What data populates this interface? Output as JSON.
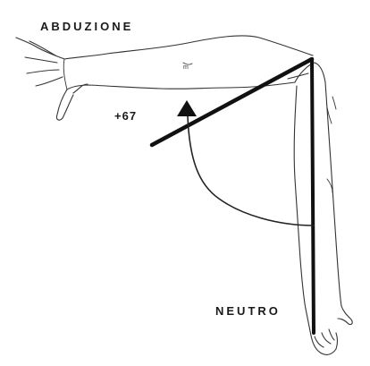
{
  "labels": {
    "title": "ABDUZIONE",
    "angle": "+67",
    "end_position": "NEUTRO"
  },
  "colors": {
    "ink": "#1a1a1a",
    "background": "#ffffff"
  }
}
